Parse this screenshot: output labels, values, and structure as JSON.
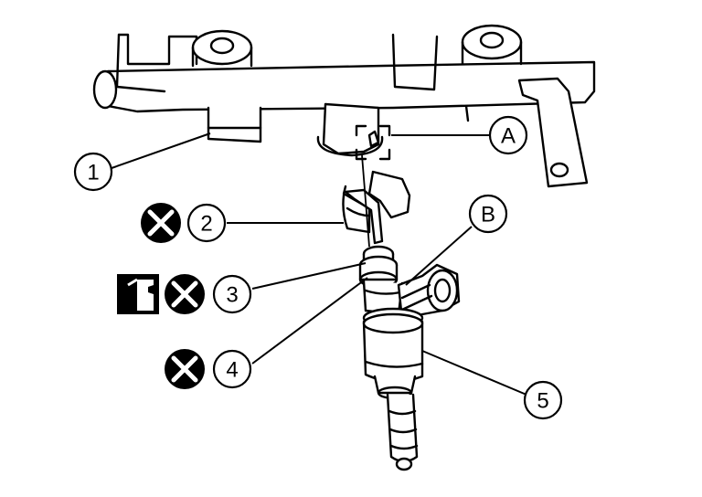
{
  "callouts": {
    "c1": "1",
    "c2": "2",
    "c3": "3",
    "c4": "4",
    "c5": "5",
    "cA": "A",
    "cB": "B"
  },
  "icons": {
    "do_not_reuse": "x-circle-icon",
    "apply_oil": "oil-can-icon"
  },
  "colors": {
    "ink": "#000000",
    "paper": "#ffffff"
  }
}
